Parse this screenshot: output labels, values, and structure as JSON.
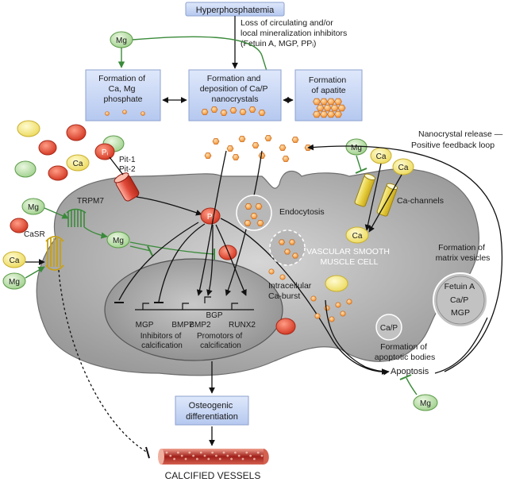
{
  "top_box": "Hyperphosphatemia",
  "loss_text": [
    "Loss of circulating and/or",
    "local mineralization inhibitors",
    "(Fetuin A, MGP, PPᵢ)"
  ],
  "ion_labels": {
    "mg": "Mg",
    "ca": "Ca",
    "pi": "Pᵢ"
  },
  "box_camg": [
    "Formation of",
    "Ca, Mg",
    "phosphate"
  ],
  "box_caP": [
    "Formation and",
    "deposition of Ca/P",
    "nanocrystals"
  ],
  "box_apatite": [
    "Formation",
    "of apatite"
  ],
  "pit": [
    "Pit-1",
    "Pit-2"
  ],
  "trpm7": "TRPM7",
  "casr": "CaSR",
  "endocytosis": "Endocytosis",
  "vsmc": [
    "VASCULAR SMOOTH",
    "MUSCLE CELL"
  ],
  "ca_channels": "Ca-channels",
  "feedback": [
    "Nanocrystal release —",
    "Positive feedback loop"
  ],
  "matrix_vesicles": [
    "Formation of",
    "matrix vesicles"
  ],
  "vesicle_contents": [
    "Fetuin A",
    "Ca/P",
    "MGP"
  ],
  "ca_burst": [
    "Intracellular",
    "Ca-burst"
  ],
  "apoptotic_bodies": [
    "Formation of",
    "apoptotic bodies"
  ],
  "apoptotic_content": "Ca/P",
  "apoptosis": "Apoptosis",
  "genes": {
    "mgp": "MGP",
    "bmp7": "BMP7",
    "bmp2": "BMP2",
    "bgp": "BGP",
    "runx2": "RUNX2"
  },
  "inhibitors": [
    "Inhibitors of",
    "calcification"
  ],
  "promotors": [
    "Promotors of",
    "calcification"
  ],
  "osteogenic": [
    "Osteogenic",
    "differentiation"
  ],
  "calcified": "CALCIFIED VESSELS"
}
